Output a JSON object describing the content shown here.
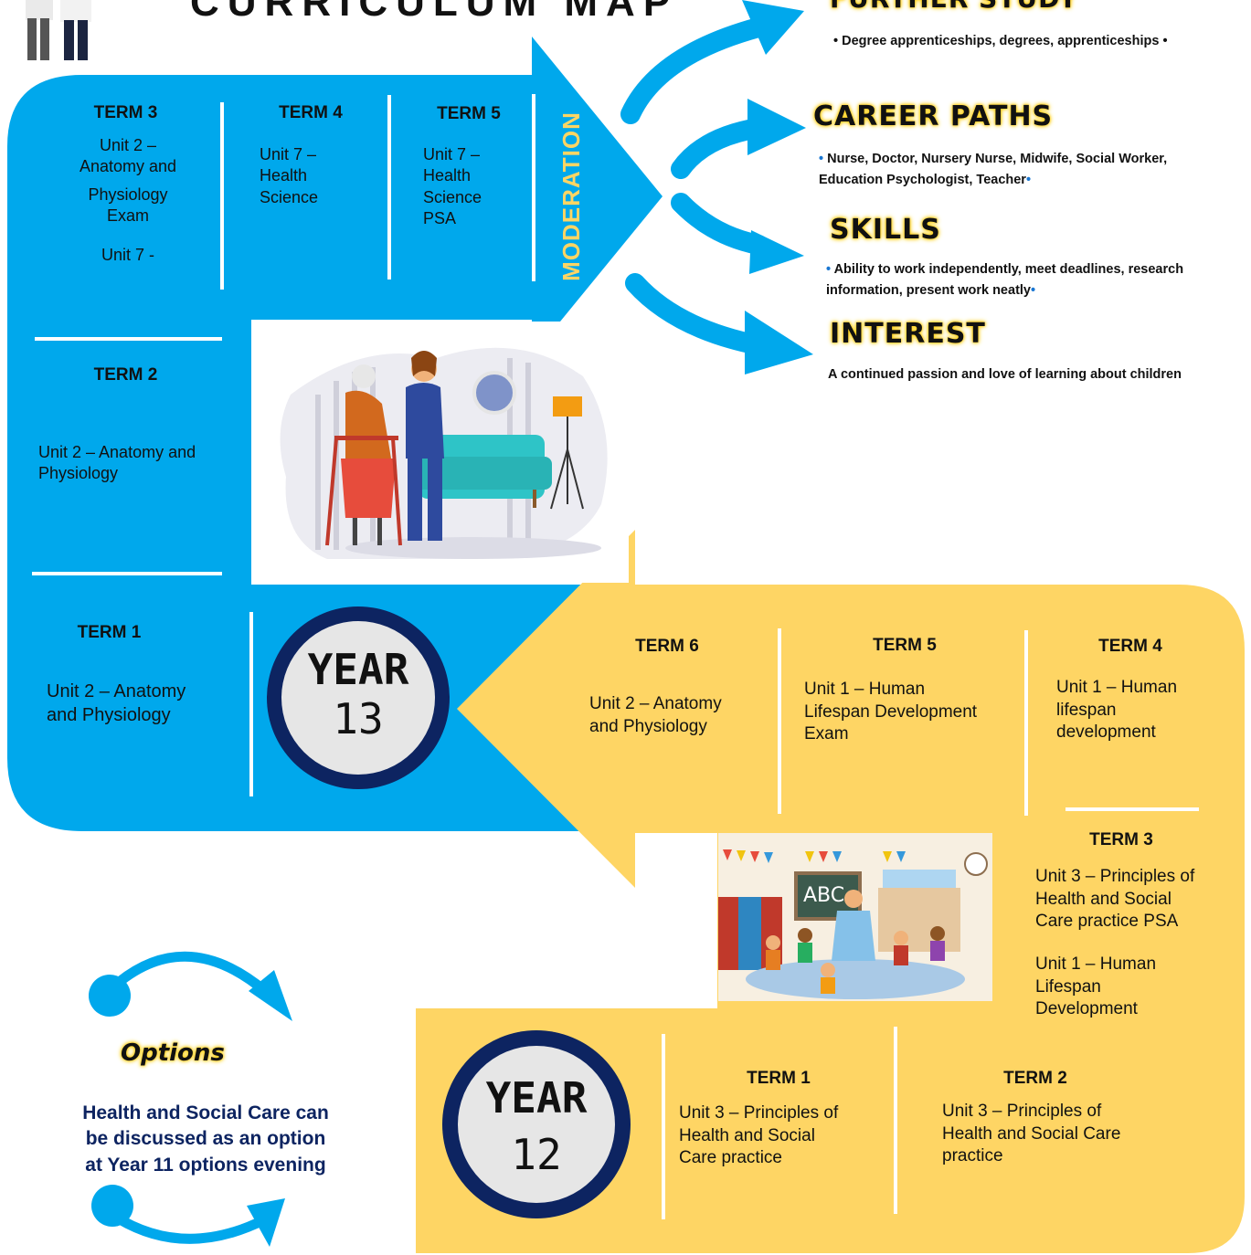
{
  "header": {
    "title": "CURRICULUM MAP"
  },
  "colors": {
    "blue": "#00a8ec",
    "yellow": "#fed564",
    "navy": "#0d2461",
    "accent_yellow": "#fed564"
  },
  "year13": {
    "badge_line1": "YEAR",
    "badge_line2": "13",
    "moderation": "MODERATION",
    "term3": {
      "heading": "TERM 3",
      "unit_a": "Unit 2 –",
      "unit_b": "Anatomy and",
      "unit_c": "Physiology",
      "unit_d": "Exam",
      "unit_e": "Unit 7 -"
    },
    "term4": {
      "heading": "TERM 4",
      "unit_a": "Unit 7 –",
      "unit_b": "Health",
      "unit_c": "Science"
    },
    "term5": {
      "heading": "TERM 5",
      "unit_a": "Unit 7 –",
      "unit_b": "Health",
      "unit_c": "Science",
      "unit_d": "PSA"
    },
    "term2": {
      "heading": "TERM 2",
      "unit_a": "Unit 2 – Anatomy and",
      "unit_b": "Physiology"
    },
    "term1": {
      "heading": "TERM 1",
      "unit_a": "Unit 2 – Anatomy",
      "unit_b": "and Physiology"
    }
  },
  "year12": {
    "badge_line1": "YEAR",
    "badge_line2": "12",
    "term6": {
      "heading": "TERM 6",
      "unit_a": "Unit 2 – Anatomy",
      "unit_b": "and Physiology"
    },
    "term5": {
      "heading": "TERM 5",
      "unit_a": "Unit 1 – Human",
      "unit_b": "Lifespan Development",
      "unit_c": "Exam"
    },
    "term4": {
      "heading": "TERM 4",
      "unit_a": "Unit 1 – Human",
      "unit_b": "lifespan",
      "unit_c": "development"
    },
    "term3": {
      "heading": "TERM 3",
      "unit_a": "Unit 3 – Principles of",
      "unit_b": "Health and Social",
      "unit_c": "Care practice PSA",
      "unit_d": "Unit 1 – Human",
      "unit_e": "Lifespan",
      "unit_f": "Development"
    },
    "term1": {
      "heading": "TERM 1",
      "unit_a": "Unit 3 – Principles of",
      "unit_b": "Health and Social",
      "unit_c": "Care practice"
    },
    "term2": {
      "heading": "TERM 2",
      "unit_a": "Unit 3 – Principles of",
      "unit_b": "Health and Social Care",
      "unit_c": "practice"
    }
  },
  "outcomes": {
    "further_study": {
      "title": "FURTHER STUDY",
      "text": "Degree apprenticeships, degrees, apprenticeships"
    },
    "career_paths": {
      "title": "CAREER PATHS",
      "line1": "Nurse, Doctor, Nursery Nurse, Midwife, Social Worker,",
      "line2": "Education Psychologist, Teacher"
    },
    "skills": {
      "title": "SKILLS",
      "line1": "Ability to work independently, meet deadlines, research",
      "line2": "information, present work neatly"
    },
    "interest": {
      "title": "INTEREST",
      "text": "A continued passion and love of learning about children"
    }
  },
  "options": {
    "title": "Options",
    "line1": "Health and Social Care can",
    "line2": "be discussed as an option",
    "line3": "at Year 11 options evening"
  },
  "classroom": {
    "board_text": "ABC"
  },
  "icons": [
    "figures-icon",
    "arrow-icon",
    "care-scene-illustration",
    "classroom-illustration"
  ]
}
